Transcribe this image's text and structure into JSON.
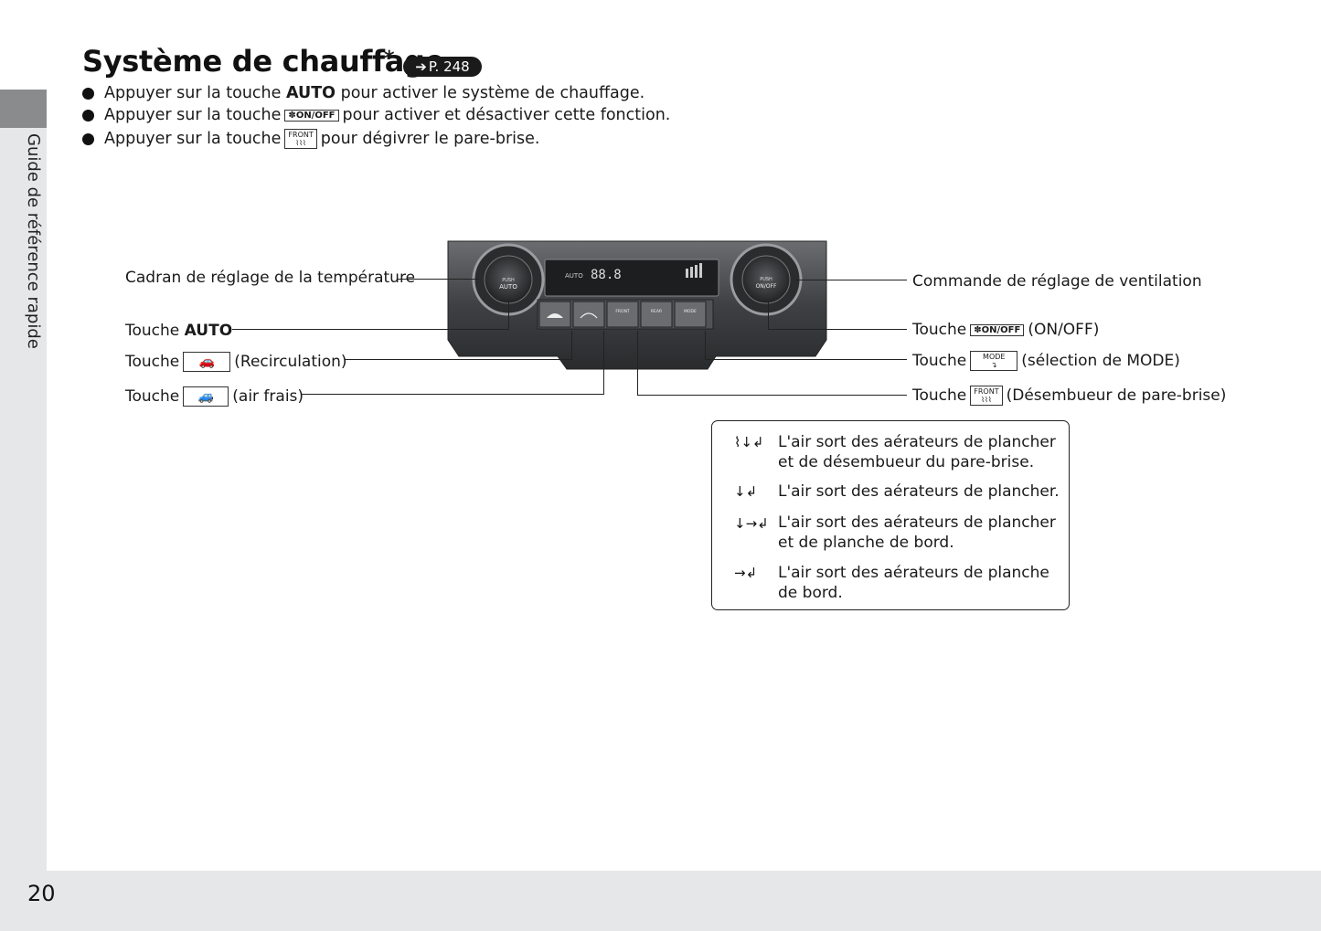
{
  "sidebar": {
    "label": "Guide de référence rapide"
  },
  "page_number": "20",
  "title": {
    "text": "Système de chauffage",
    "star": "*",
    "ref": "P. 248"
  },
  "bullets": [
    {
      "prefix": "Appuyer sur la touche ",
      "key": "AUTO",
      "suffix": " pour activer le système de chauffage."
    },
    {
      "prefix": "Appuyer sur la touche ",
      "key": "ON/OFF",
      "suffix": " pour activer et désactiver cette fonction."
    },
    {
      "prefix": "Appuyer sur la touche ",
      "key": "FRONT",
      "suffix": " pour dégivrer le pare-brise."
    }
  ],
  "panel": {
    "display_auto": "AUTO",
    "display_temp": "88.8",
    "left_knob": [
      "PUSH",
      "AUTO"
    ],
    "right_knob": [
      "PUSH",
      "ON/OFF"
    ],
    "buttons": [
      "",
      "",
      "FRONT",
      "REAR",
      "MODE"
    ]
  },
  "labels": {
    "temp_dial": "Cadran de réglage de la température",
    "auto_prefix": "Touche ",
    "auto_key": "AUTO",
    "recirc_prefix": "Touche",
    "recirc_suffix": "(Recirculation)",
    "fresh_prefix": "Touche",
    "fresh_suffix": "(air frais)",
    "fan_dial": "Commande de réglage de ventilation",
    "onoff_prefix": "Touche",
    "onoff_suffix": "(ON/OFF)",
    "mode_prefix": "Touche",
    "mode_suffix": "(sélection de MODE)",
    "defrost_prefix": "Touche",
    "defrost_suffix": "(Désembueur de pare-brise)"
  },
  "keys": {
    "onoff": "ON/OFF",
    "mode": "MODE",
    "front": "FRONT"
  },
  "legend": [
    "L'air sort des aérateurs de plancher et de désembueur du pare-brise.",
    "L'air sort des aérateurs de plancher.",
    "L'air sort des aérateurs de plancher et de planche de bord.",
    "L'air sort des aérateurs de planche de bord."
  ]
}
